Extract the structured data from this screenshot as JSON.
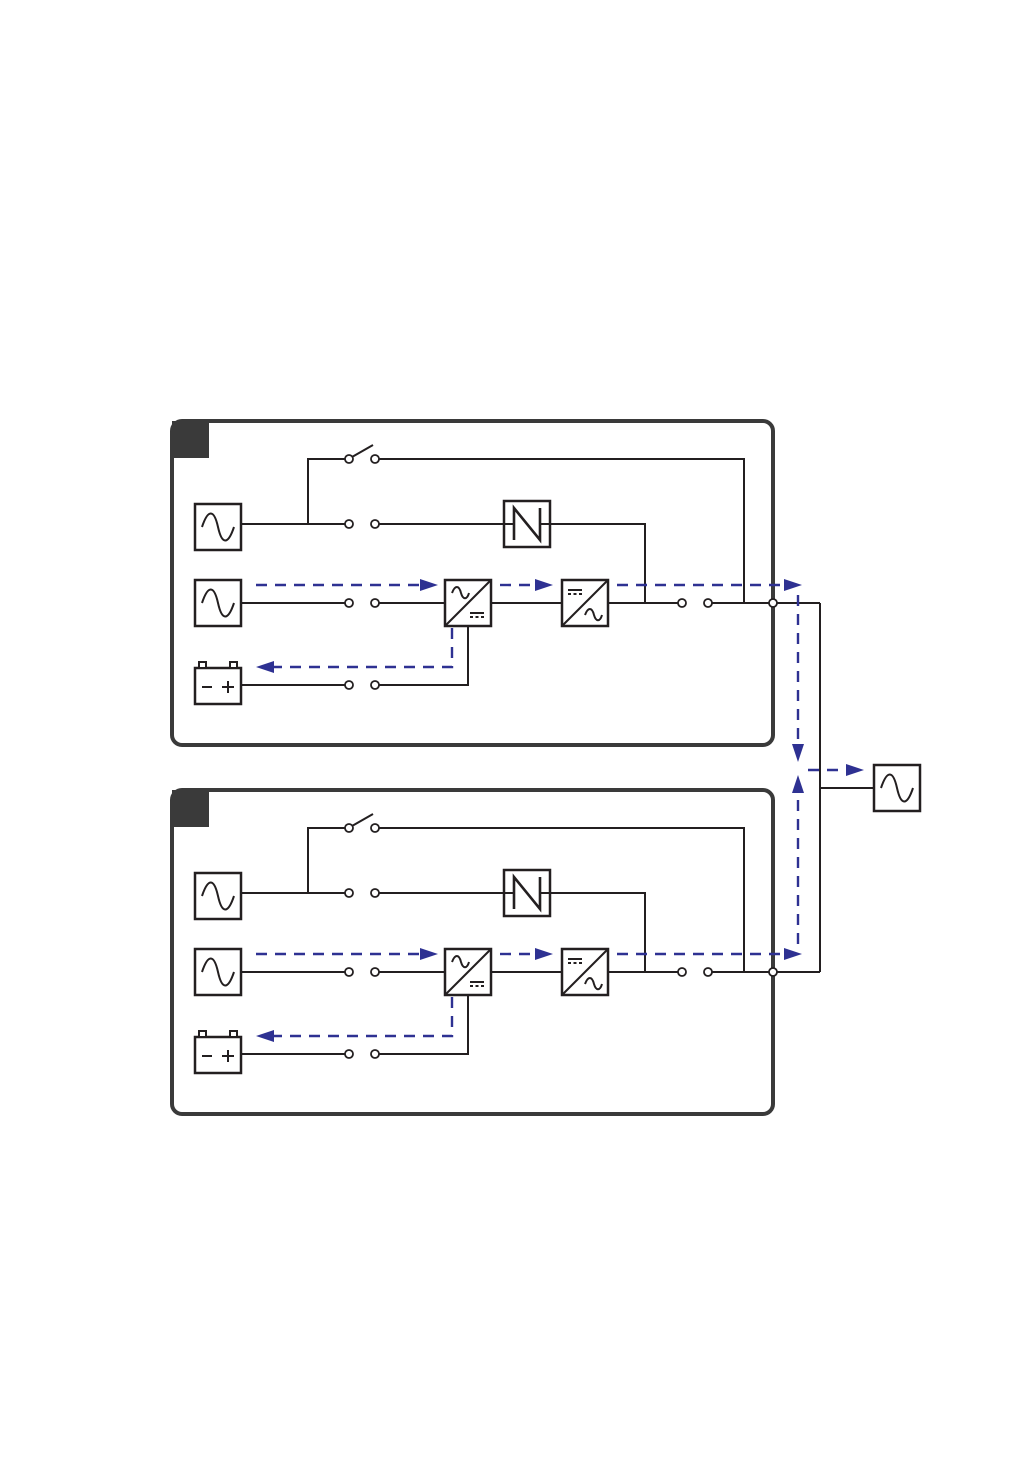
{
  "diagram": {
    "type": "parallel-ups-power-flow",
    "units": [
      {
        "id": "ups-1",
        "mode": "normal"
      },
      {
        "id": "ups-2",
        "mode": "normal"
      }
    ],
    "icons": {
      "ac_source": "ac-source-icon",
      "battery": "battery-icon",
      "rectifier": "rectifier-icon",
      "inverter": "inverter-icon",
      "static_switch": "static-switch-icon",
      "switch": "switch-icon",
      "load": "load-icon"
    },
    "colors": {
      "wire": "#231f20",
      "frame": "#3a3a3a",
      "power_flow": "#2e3192"
    }
  }
}
